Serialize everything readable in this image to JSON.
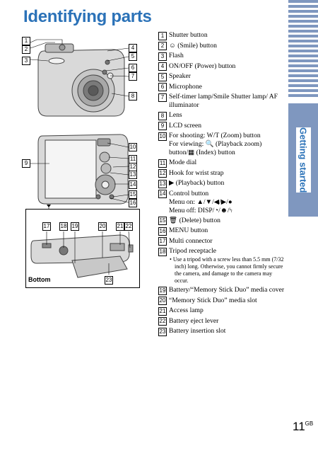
{
  "page_title": "Identifying parts",
  "side_tab": "Getting started",
  "bottom_label": "Bottom",
  "page_number": "11",
  "page_number_suffix": "GB",
  "parts": [
    {
      "n": "1",
      "text": "Shutter button"
    },
    {
      "n": "2",
      "text": "☺ (Smile) button"
    },
    {
      "n": "3",
      "text": "Flash"
    },
    {
      "n": "4",
      "text": "ON/OFF (Power) button"
    },
    {
      "n": "5",
      "text": "Speaker"
    },
    {
      "n": "6",
      "text": "Microphone"
    },
    {
      "n": "7",
      "text": "Self-timer lamp/Smile Shutter lamp/ AF illuminator"
    },
    {
      "n": "8",
      "text": "Lens"
    },
    {
      "n": "9",
      "text": "LCD screen"
    },
    {
      "n": "10",
      "text": "For shooting: W/T (Zoom) button",
      "sub1": "For viewing: 🔍 (Playback zoom)",
      "sub2": "button/▦ (Index) button"
    },
    {
      "n": "11",
      "text": "Mode dial"
    },
    {
      "n": "12",
      "text": "Hook for wrist strap"
    },
    {
      "n": "13",
      "text": "▶ (Playback) button"
    },
    {
      "n": "14",
      "text": "Control button",
      "sub1": "Menu on: ▲/▼/◀/▶/●",
      "sub2": "Menu off: DISP/◔/☻/ϟ"
    },
    {
      "n": "15",
      "text": "🗑 (Delete) button"
    },
    {
      "n": "16",
      "text": "MENU button"
    },
    {
      "n": "17",
      "text": "Multi connector"
    },
    {
      "n": "18",
      "text": "Tripod receptacle",
      "bullet": "Use a tripod with a screw less than 5.5 mm (7/32 inch) long. Otherwise, you cannot firmly secure the camera, and damage to the camera may occur."
    },
    {
      "n": "19",
      "text": "Battery/“Memory Stick Duo” media cover"
    },
    {
      "n": "20",
      "text": "“Memory Stick Duo” media slot"
    },
    {
      "n": "21",
      "text": "Access lamp"
    },
    {
      "n": "22",
      "text": "Battery eject lever"
    },
    {
      "n": "23",
      "text": "Battery insertion slot"
    }
  ],
  "callouts": {
    "c1": "1",
    "c2": "2",
    "c3": "3",
    "c4": "4",
    "c5": "5",
    "c6": "6",
    "c7": "7",
    "c8": "8",
    "c9": "9",
    "c10": "10",
    "c11": "11",
    "c12": "12",
    "c13": "13",
    "c14": "14",
    "c15": "15",
    "c16": "16",
    "c17": "17",
    "c18": "18",
    "c19": "19",
    "c20": "20",
    "c21": "21",
    "c22": "22",
    "c23": "23"
  },
  "colors": {
    "title": "#2b72b8",
    "tab": "#7f97bf"
  }
}
